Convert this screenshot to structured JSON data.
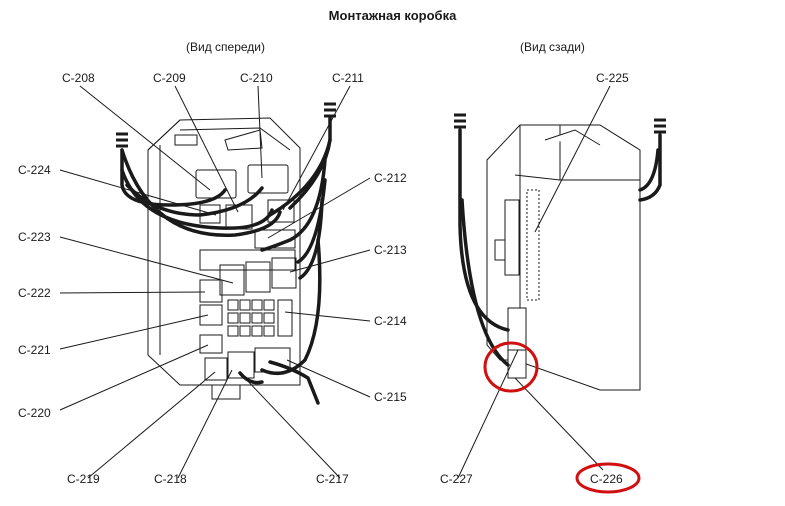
{
  "title": "Монтажная коробка",
  "front_view_label": "(Вид спереди)",
  "back_view_label": "(Вид сзади)",
  "front_labels": {
    "c208": "C-208",
    "c209": "C-209",
    "c210": "C-210",
    "c211": "C-211",
    "c212": "C-212",
    "c213": "C-213",
    "c214": "C-214",
    "c215": "C-215",
    "c217": "C-217",
    "c218": "C-218",
    "c219": "C-219",
    "c220": "C-220",
    "c221": "C-221",
    "c222": "C-222",
    "c223": "C-223",
    "c224": "C-224"
  },
  "back_labels": {
    "c225": "C-225",
    "c226": "C-226",
    "c227": "C-227"
  },
  "colors": {
    "line": "#1a1a1a",
    "highlight": "#d01010"
  }
}
